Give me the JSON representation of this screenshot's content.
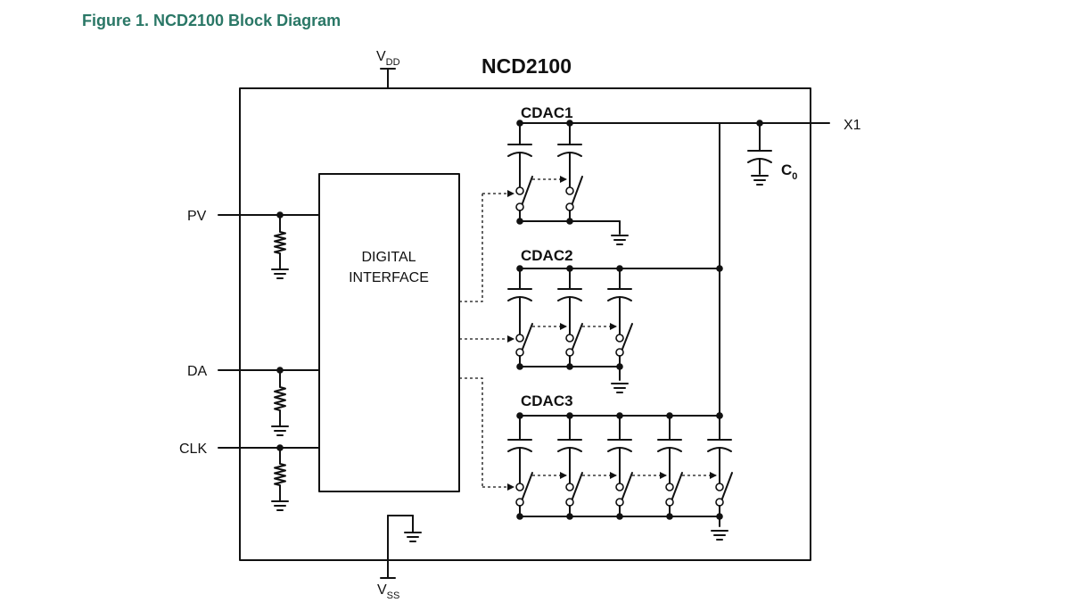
{
  "figure": {
    "title": "Figure 1. NCD2100 Block Diagram"
  },
  "chip": {
    "name": "NCD2100"
  },
  "supply": {
    "vdd": {
      "main": "V",
      "sub": "DD"
    },
    "vss": {
      "main": "V",
      "sub": "SS"
    }
  },
  "pins": {
    "pv": "PV",
    "da": "DA",
    "clk": "CLK",
    "x1": "X1"
  },
  "blocks": {
    "digital_interface": [
      "DIGITAL",
      "INTERFACE"
    ]
  },
  "banks": [
    {
      "label": "CDAC1",
      "cells": 2
    },
    {
      "label": "CDAC2",
      "cells": 3
    },
    {
      "label": "CDAC3",
      "cells": 5
    }
  ],
  "capacitor": {
    "main": "C",
    "sub": "0"
  },
  "colors": {
    "title": "#2a7766",
    "lines": "#111111"
  }
}
